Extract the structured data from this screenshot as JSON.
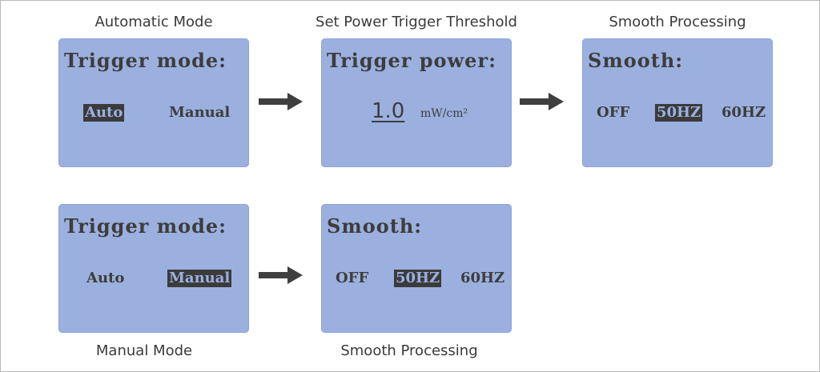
{
  "captions": {
    "automatic_mode": "Automatic Mode",
    "set_threshold": "Set Power Trigger Threshold",
    "smooth_top": "Smooth Processing",
    "manual_mode": "Manual Mode",
    "smooth_bottom": "Smooth Processing"
  },
  "screens": {
    "auto_mode": {
      "title": "Trigger mode:",
      "options": [
        "Auto",
        "Manual"
      ],
      "selected": "Auto"
    },
    "power_threshold": {
      "title": "Trigger power:",
      "value": "1.0",
      "unit": "mW/cm²"
    },
    "smooth_top": {
      "title": "Smooth:",
      "options": [
        "OFF",
        "50HZ",
        "60HZ"
      ],
      "selected": "50HZ"
    },
    "manual_mode": {
      "title": "Trigger mode:",
      "options": [
        "Auto",
        "Manual"
      ],
      "selected": "Manual"
    },
    "smooth_bottom": {
      "title": "Smooth:",
      "options": [
        "OFF",
        "50HZ",
        "60HZ"
      ],
      "selected": "50HZ"
    }
  },
  "icons": [
    "right-arrow-icon"
  ],
  "colors": {
    "screen_bg": "#9bb0df",
    "text": "#3d3d3d",
    "highlight": "#3b3b3b",
    "arrow": "#3f3f3f"
  }
}
